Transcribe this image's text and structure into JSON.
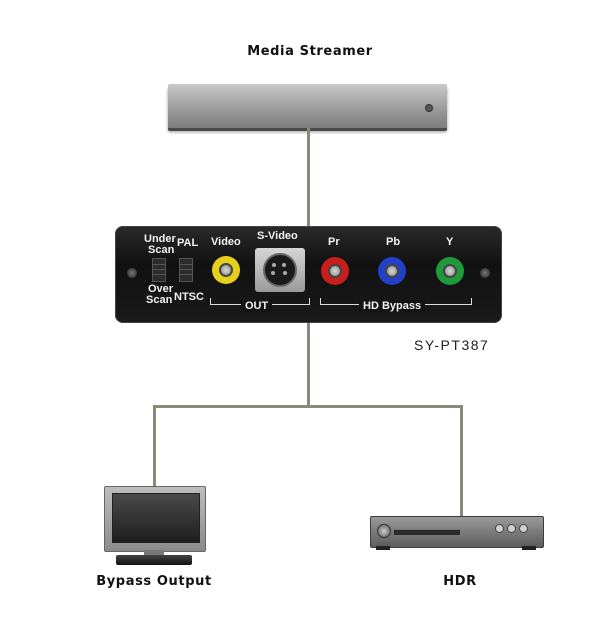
{
  "labels": {
    "media_streamer": "Media Streamer",
    "model": "SY-PT387",
    "bypass_output": "Bypass Output",
    "hdr": "HDR"
  },
  "converter": {
    "switch1_top": [
      "Under",
      "Scan"
    ],
    "switch1_bottom": [
      "Over",
      "Scan"
    ],
    "switch2_top": "PAL",
    "switch2_bottom": "NTSC",
    "video": "Video",
    "svideo": "S-Video",
    "pr": "Pr",
    "pb": "Pb",
    "y": "Y",
    "out_group": "OUT",
    "bypass_group": "HD Bypass"
  },
  "colors": {
    "video_jack": "#e8cf1c",
    "pr_jack": "#c81e1e",
    "pb_jack": "#2340c8",
    "y_jack": "#1f9a3a",
    "wire": "#8a8a7a"
  }
}
